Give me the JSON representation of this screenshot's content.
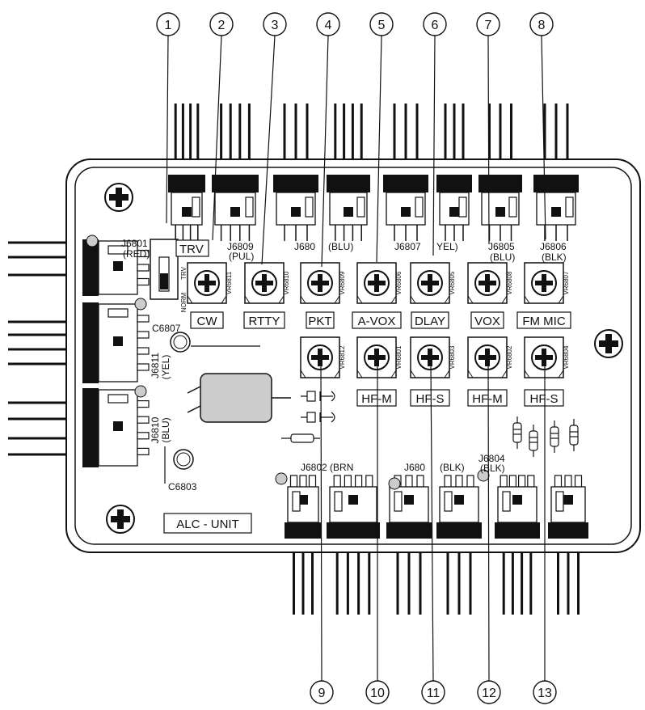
{
  "board": {
    "name": "ALC - UNIT",
    "capacitors": [
      "C6807",
      "C6803"
    ]
  },
  "callouts": [
    "1",
    "2",
    "3",
    "4",
    "5",
    "6",
    "7",
    "8",
    "9",
    "10",
    "11",
    "12",
    "13"
  ],
  "switch": {
    "positions": [
      "TRV",
      "NORM"
    ]
  },
  "trimmers_top": [
    {
      "id": "VR6811",
      "label": "CW"
    },
    {
      "id": "VR6810",
      "label": "RTTY"
    },
    {
      "id": "VR6809",
      "label": "PKT"
    },
    {
      "id": "VR6806",
      "label": "A-VOX"
    },
    {
      "id": "VR6805",
      "label": "DLAY"
    },
    {
      "id": "VR6808",
      "label": "VOX"
    },
    {
      "id": "VR6807",
      "label": "FM MIC"
    }
  ],
  "trimmers_bottom": [
    {
      "id": "VR6812",
      "label": ""
    },
    {
      "id": "VR6801",
      "label": "HF-M"
    },
    {
      "id": "VR6803",
      "label": "HF-S"
    },
    {
      "id": "VR6802",
      "label": "HF-M"
    },
    {
      "id": "VR6804",
      "label": "HF-S"
    }
  ],
  "connector_labels": {
    "j6801": "J6801",
    "j6801_color": "(RED)",
    "trv": "TRV",
    "j6809": "J6809",
    "j6809_color": "(PUL)",
    "j680x_top": "J680",
    "blu_top": "(BLU)",
    "j6807": "J6807",
    "yel_top": "YEL)",
    "j6805": "J6805",
    "j6805_color": "(BLU)",
    "j6806": "J6806",
    "j6806_color": "(BLK)",
    "j6811": "J6811",
    "j6811_color": "(YEL)",
    "j6810": "J6810",
    "j6810_color": "(BLU)",
    "j6802": "J6802 (BRN",
    "j680x_bottom": "J680",
    "blk_bottom": "(BLK)",
    "j6804": "J6804",
    "j6804_color": "(BLK)"
  }
}
